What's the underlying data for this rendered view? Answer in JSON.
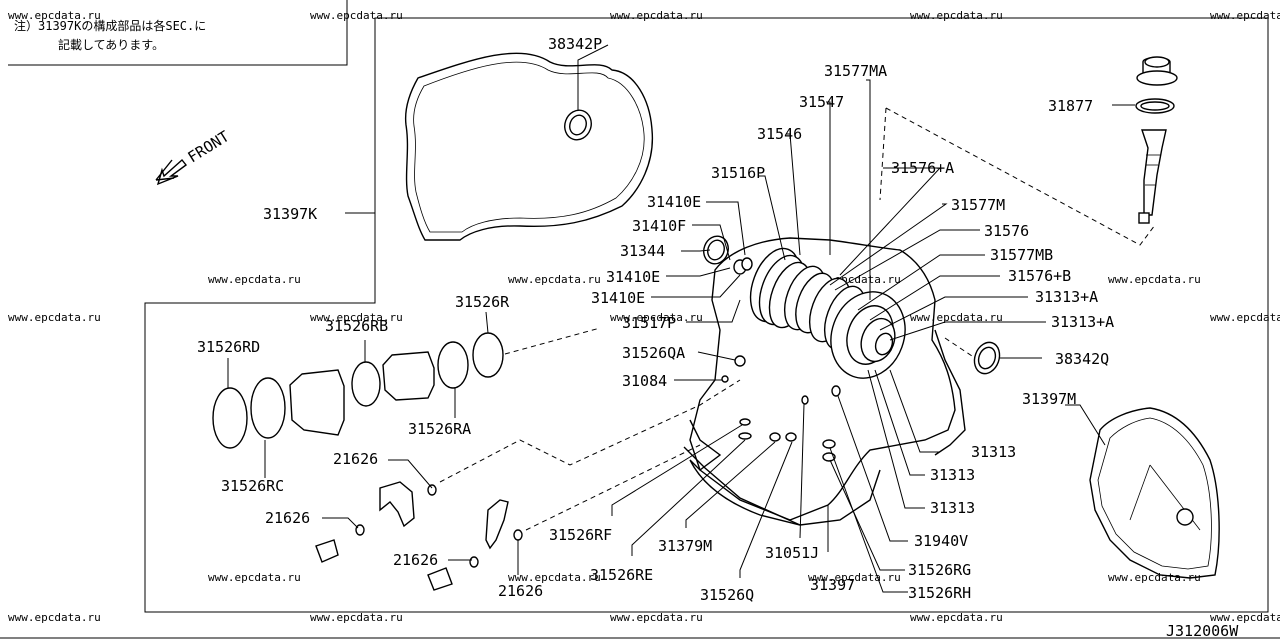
{
  "note": {
    "line1": "注）31397Kの構成部品は各SEC.に",
    "line2": "記載してあります。"
  },
  "direction_label": "FRONT",
  "diagram_code": "J312006W",
  "watermark": "www.epcdata.ru",
  "callouts": {
    "c38342P": "38342P",
    "c31577MA": "31577MA",
    "c31877": "31877",
    "c31547": "31547",
    "c31546": "31546",
    "c31516P": "31516P",
    "c31576A": "31576+A",
    "c31410E_1": "31410E",
    "c31577M": "31577M",
    "c31397K": "31397K",
    "c31410F": "31410F",
    "c31576": "31576",
    "c31344": "31344",
    "c31577MB": "31577MB",
    "c31410E_2": "31410E",
    "c31576B": "31576+B",
    "c31410E_3": "31410E",
    "c31313A_1": "31313+A",
    "c31526R": "31526R",
    "c31517P": "31517P",
    "c31313A_2": "31313+A",
    "c31526RB": "31526RB",
    "c31526RD": "31526RD",
    "c31526QA": "31526QA",
    "c38342Q": "38342Q",
    "c31084": "31084",
    "c31397M": "31397M",
    "c31526RA": "31526RA",
    "c21626_1": "21626",
    "c31313_1": "31313",
    "c31313_2": "31313",
    "c31526RC": "31526RC",
    "c31313_3": "31313",
    "c21626_2": "21626",
    "c31526RF": "31526RF",
    "c31940V": "31940V",
    "c31379M": "31379M",
    "c31051J": "31051J",
    "c21626_3": "21626",
    "c31526RG": "31526RG",
    "c31526RE": "31526RE",
    "c31397": "31397",
    "c21626_4": "21626",
    "c31526Q": "31526Q",
    "c31526RH": "31526RH"
  }
}
